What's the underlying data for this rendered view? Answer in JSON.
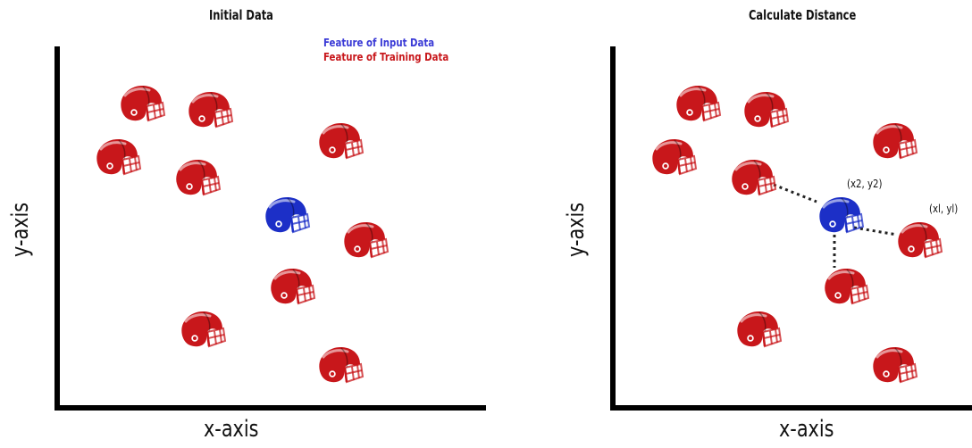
{
  "left_panel": {
    "title": "Initial Data",
    "xlabel": "x-axis",
    "ylabel": "y-axis",
    "legend": {
      "input_label": "Feature of Input Data",
      "training_label": "Feature of Training Data",
      "input_color": "#3a3ad6",
      "training_color": "#c8171b"
    }
  },
  "right_panel": {
    "title": "Calculate Distance",
    "xlabel": "x-axis",
    "ylabel": "y-axis",
    "coord_input": "(x2, y2)",
    "coord_training": "(xl, yl)"
  },
  "colors": {
    "training": "#c8171b",
    "input": "#1c2fc7",
    "axis": "#000000"
  },
  "icons": {
    "training": "red-football-helmet-icon",
    "input": "blue-football-helmet-icon"
  }
}
